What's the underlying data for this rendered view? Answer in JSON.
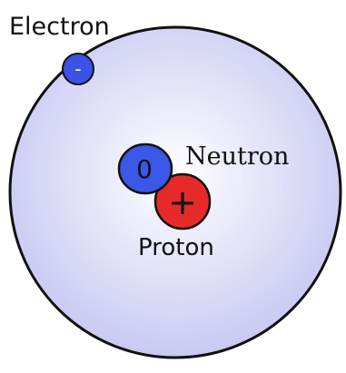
{
  "labels": {
    "electron": "Electron",
    "neutron": "Neutron",
    "proton": "Proton"
  },
  "particles": {
    "electron_symbol": "-",
    "neutron_symbol": "0",
    "proton_symbol": "+"
  },
  "colors": {
    "atom_fill_center": "#ffffff",
    "atom_fill_edge": "#c9c9f3",
    "atom_outline": "#111111",
    "electron": "#3b52e6",
    "neutron": "#3b57e8",
    "proton": "#e62a2a"
  }
}
